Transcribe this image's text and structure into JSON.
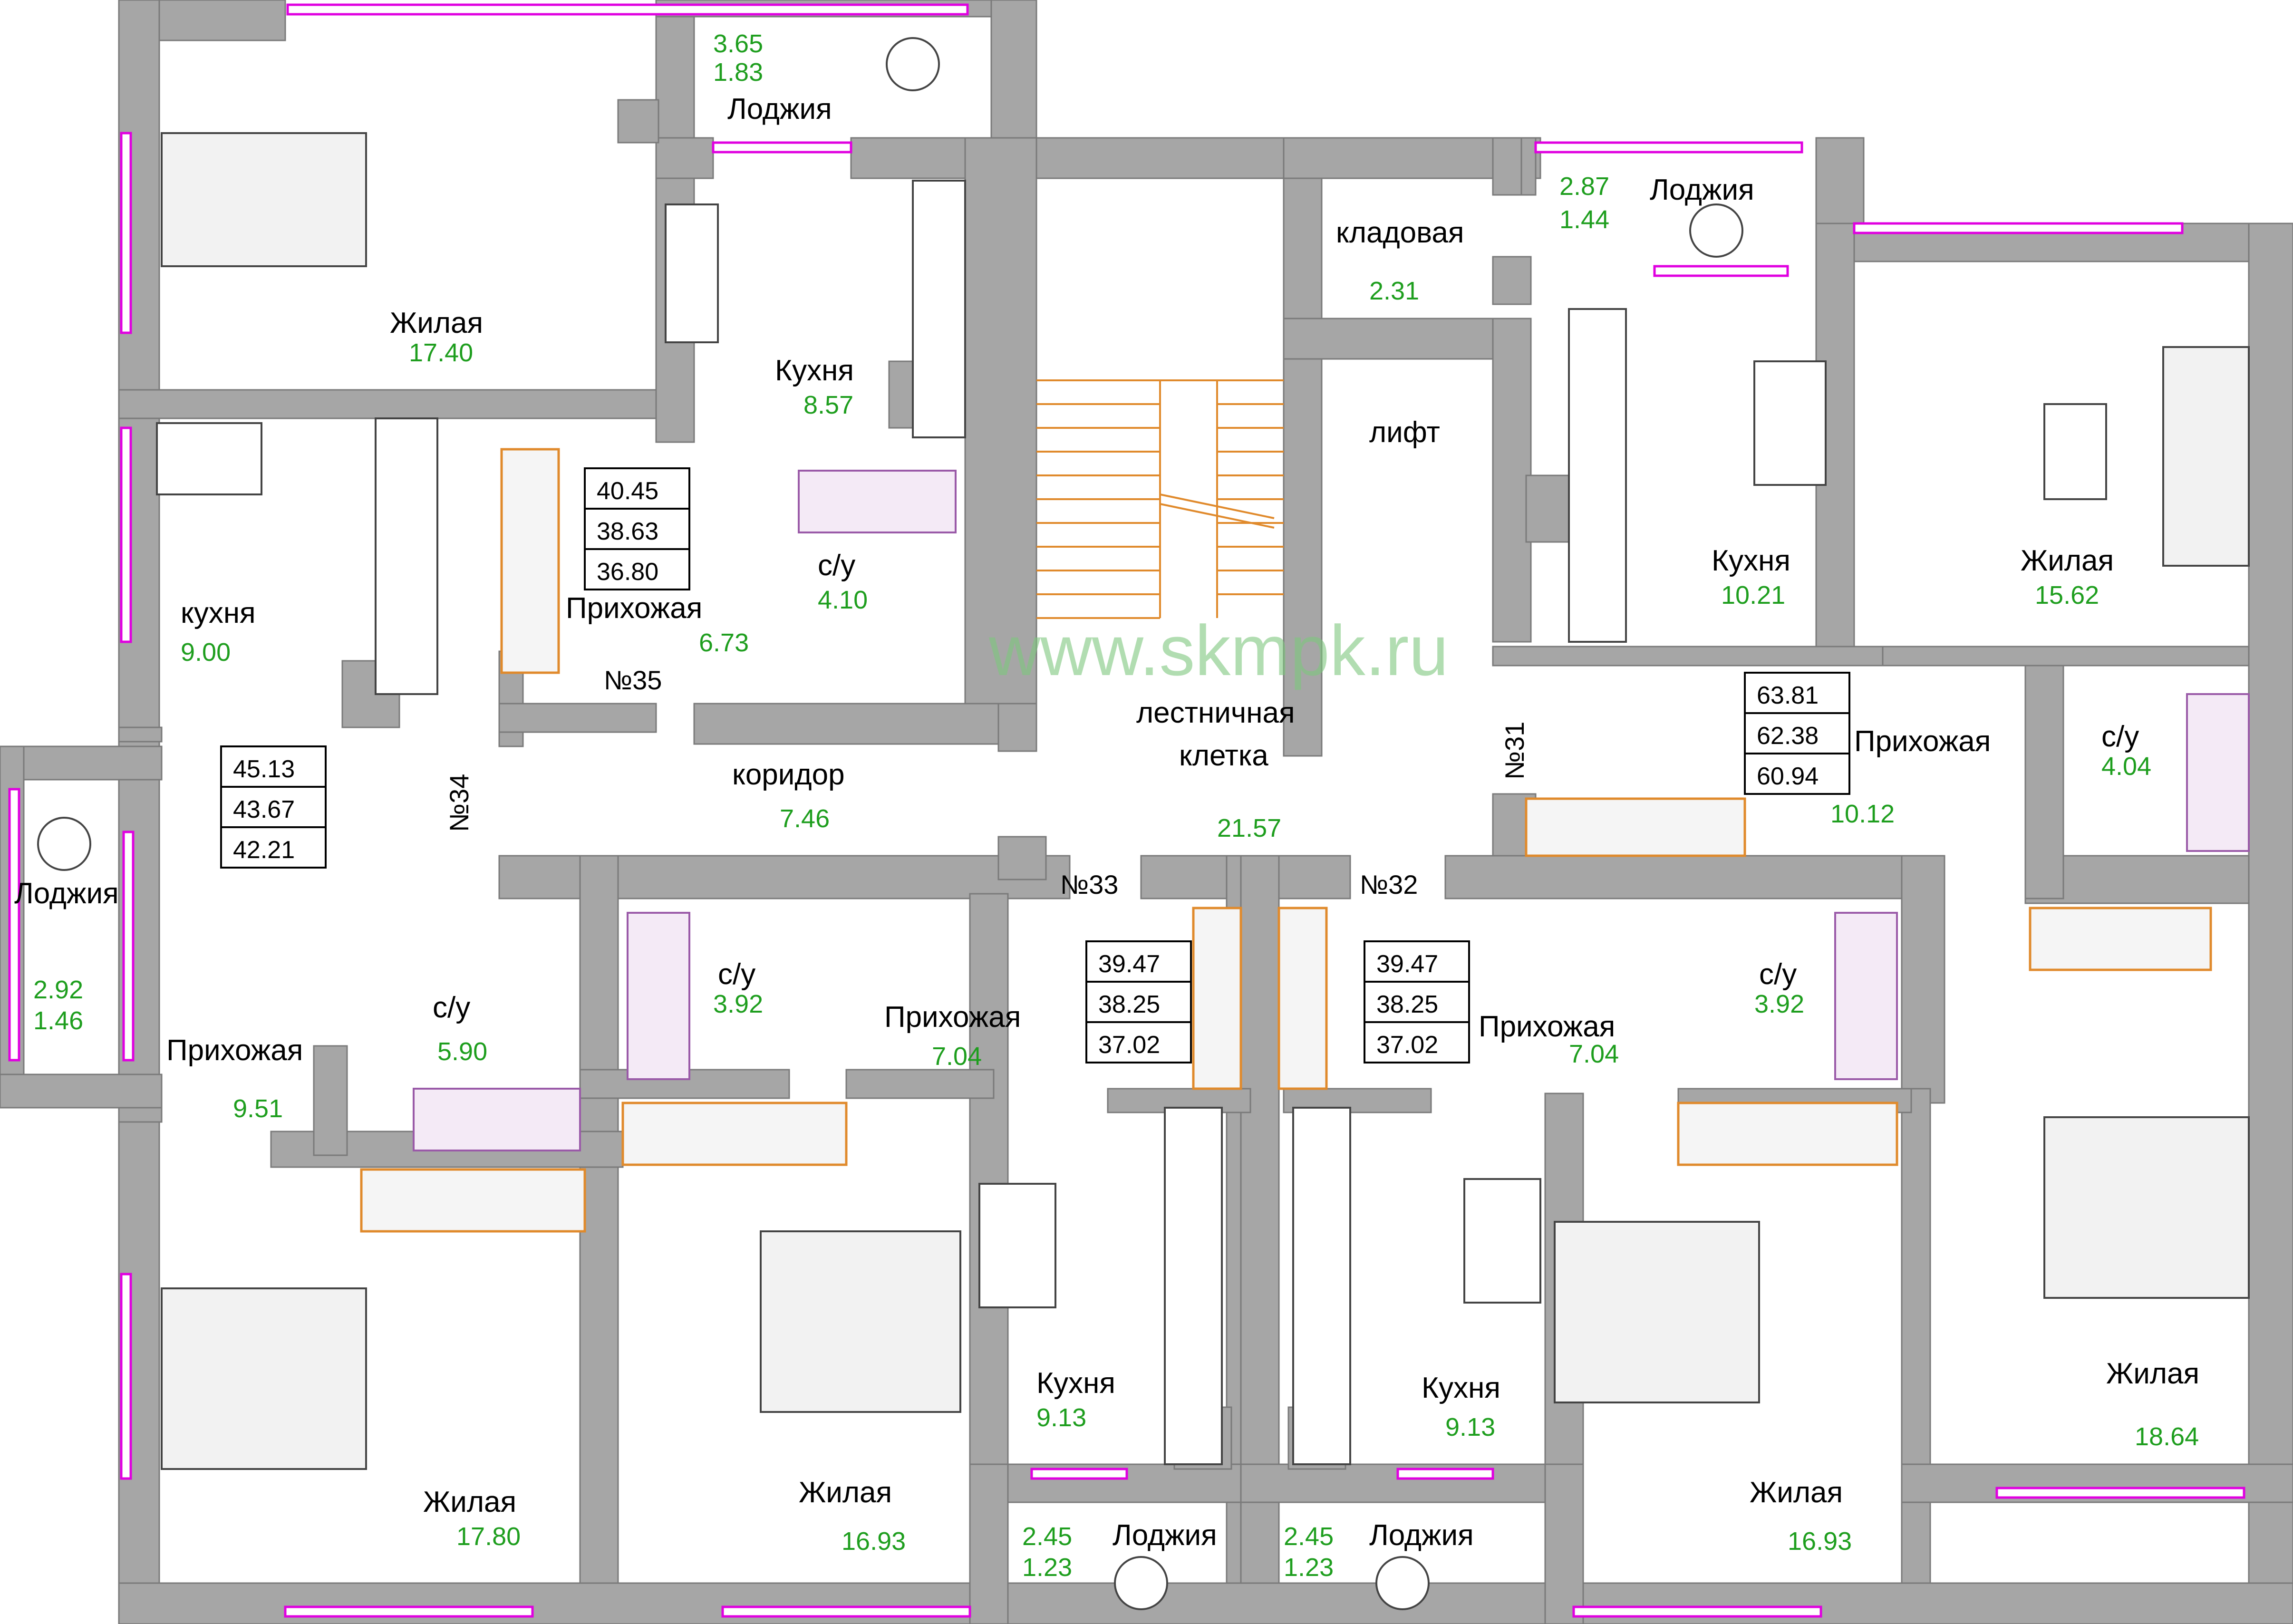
{
  "watermark": "www.skmpk.ru",
  "colors": {
    "wall": "#a6a6a6",
    "window": "#e000e0",
    "area_text": "#1e9e1e",
    "wardrobe": "#e08a2c"
  },
  "apartments": {
    "n35": "№35",
    "n34": "№34",
    "n33": "№33",
    "n32": "№32",
    "n31": "№31"
  },
  "summaries": [
    {
      "id": "apt35",
      "values": [
        "40.45",
        "38.63",
        "36.80"
      ]
    },
    {
      "id": "apt34",
      "values": [
        "45.13",
        "43.67",
        "42.21"
      ]
    },
    {
      "id": "apt33",
      "values": [
        "39.47",
        "38.25",
        "37.02"
      ]
    },
    {
      "id": "apt32",
      "values": [
        "39.47",
        "38.25",
        "37.02"
      ]
    },
    {
      "id": "apt31",
      "values": [
        "63.81",
        "62.38",
        "60.94"
      ]
    }
  ],
  "rooms": {
    "r01": {
      "name": "Лоджия",
      "area": "3.65",
      "area2": "1.83"
    },
    "r02": {
      "name": "Жилая",
      "area": "17.40"
    },
    "r03": {
      "name": "Кухня",
      "area": "8.57"
    },
    "r04": {
      "name": "кухня",
      "area": "9.00"
    },
    "r05": {
      "name": "Прихожая",
      "area": "6.73"
    },
    "r06": {
      "name": "с/у",
      "area": "4.10"
    },
    "r07": {
      "name": "кладовая",
      "area": "2.31"
    },
    "r08": {
      "name": "Лоджия",
      "area": "2.87",
      "area2": "1.44"
    },
    "r09": {
      "name": "лифт"
    },
    "r10": {
      "name": "Кухня",
      "area": "10.21"
    },
    "r11": {
      "name": "Жилая",
      "area": "15.62"
    },
    "r12": {
      "name": "лестничная",
      "name2": "клетка",
      "area": "21.57"
    },
    "r13": {
      "name": "коридор",
      "area": "7.46"
    },
    "r14": {
      "name": "Прихожая",
      "area": "10.12"
    },
    "r15": {
      "name": "с/у",
      "area": "4.04"
    },
    "r16": {
      "name": "Лоджия",
      "area": "2.92",
      "area2": "1.46"
    },
    "r17": {
      "name": "с/у",
      "area": "5.90"
    },
    "r18": {
      "name": "Прихожая",
      "area": "9.51"
    },
    "r19": {
      "name": "с/у",
      "area": "3.92"
    },
    "r20": {
      "name": "Прихожая",
      "area": "7.04"
    },
    "r21": {
      "name": "Прихожая",
      "area": "7.04"
    },
    "r22": {
      "name": "с/у",
      "area": "3.92"
    },
    "r23": {
      "name": "Кухня",
      "area": "9.13"
    },
    "r24": {
      "name": "Кухня",
      "area": "9.13"
    },
    "r25": {
      "name": "Жилая",
      "area": "17.80"
    },
    "r26": {
      "name": "Жилая",
      "area": "16.93"
    },
    "r27": {
      "name": "Жилая",
      "area": "16.93"
    },
    "r28": {
      "name": "Жилая",
      "area": "18.64"
    },
    "r29": {
      "name": "Лоджия",
      "area": "2.45",
      "area2": "1.23"
    },
    "r30": {
      "name": "Лоджия",
      "area": "2.45",
      "area2": "1.23"
    }
  }
}
